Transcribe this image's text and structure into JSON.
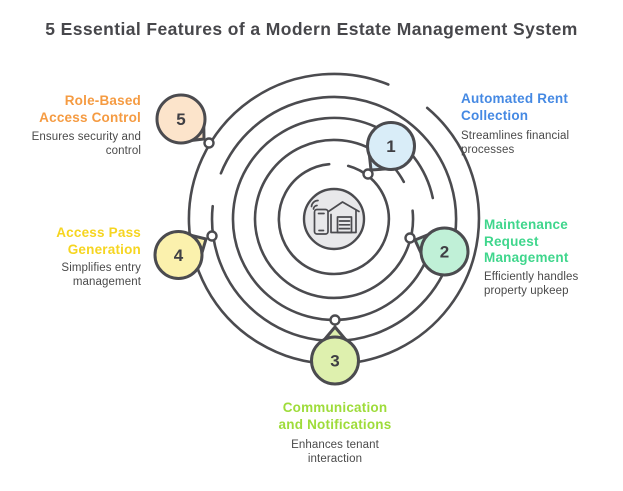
{
  "title": "5 Essential Features of a Modern Estate Management System",
  "colors": {
    "ink": "#4b4b4f",
    "number": "#3f3f44",
    "text": "#4a4a4a",
    "title": "#47474b",
    "center_fill": "#e8e8ea",
    "dot_fill": "#ffffff"
  },
  "center_icon": {
    "name": "smart-home-phone-icon"
  },
  "features": [
    {
      "number": "1",
      "title": "Automated Rent\nCollection",
      "description": "Streamlines financial\nprocesses",
      "accent": "#4589e3",
      "bubble_fill": "#d9edf8"
    },
    {
      "number": "2",
      "title": "Maintenance\nRequest\nManagement",
      "description": "Efficiently handles\nproperty upkeep",
      "accent": "#3fd68c",
      "bubble_fill": "#c0f0d7"
    },
    {
      "number": "3",
      "title": "Communication\nand Notifications",
      "description": "Enhances tenant\ninteraction",
      "accent": "#9edc3a",
      "bubble_fill": "#def0ae"
    },
    {
      "number": "4",
      "title": "Access Pass\nGeneration",
      "description": "Simplifies entry\nmanagement",
      "accent": "#f6d520",
      "bubble_fill": "#fbf1ad"
    },
    {
      "number": "5",
      "title": "Role-Based\nAccess Control",
      "description": "Ensures security and\ncontrol",
      "accent": "#f59b42",
      "bubble_fill": "#fce4cb"
    }
  ]
}
